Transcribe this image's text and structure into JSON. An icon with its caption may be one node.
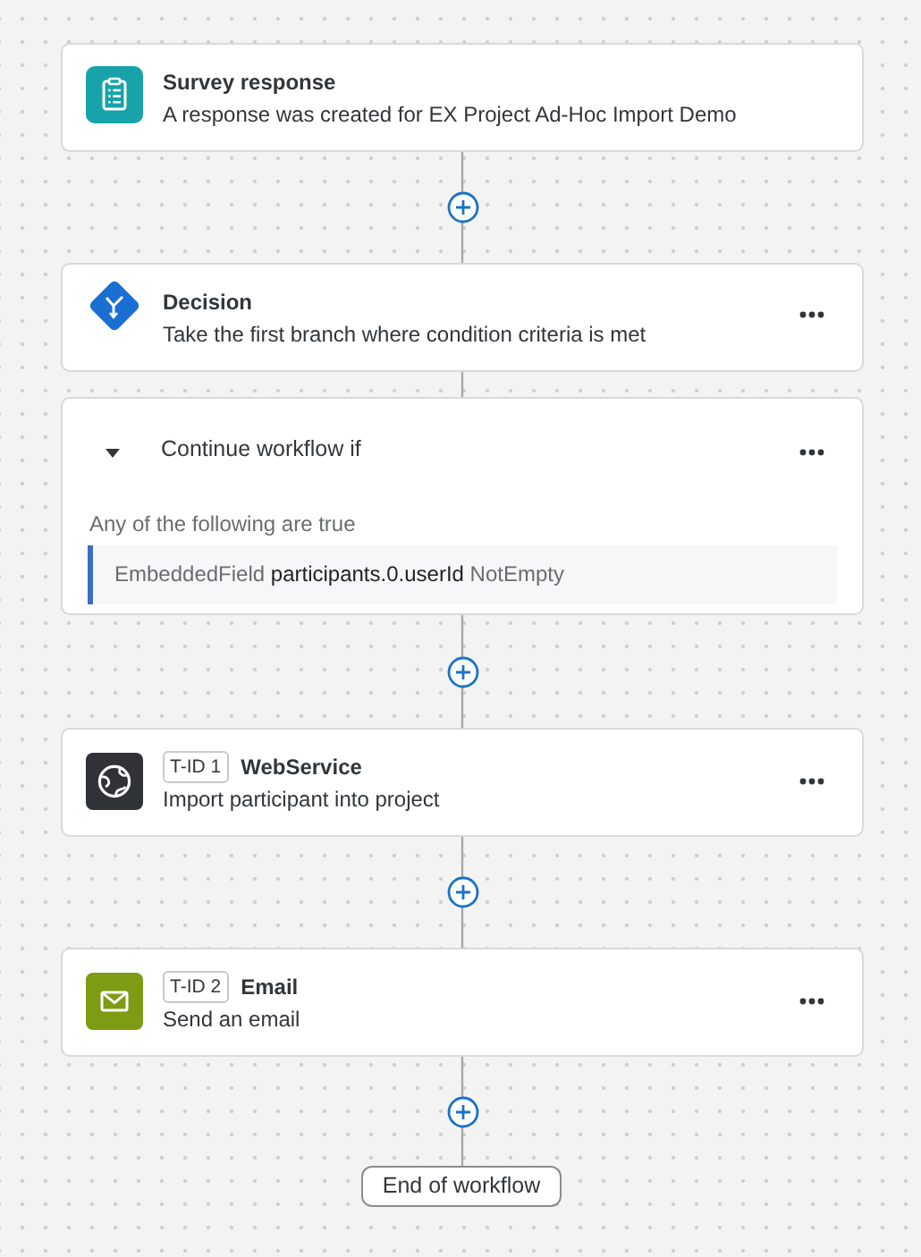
{
  "diagram": {
    "nodes": [
      {
        "text": [
          "Survey response",
          "A response was created for EX Project Ad-Hoc Import Demo"
        ]
      },
      {
        "text": [
          "Decision",
          "Take the first branch where condition criteria is met"
        ]
      },
      {
        "text": [
          "Continue workflow if",
          "Any of the following are true"
        ]
      },
      {
        "text": [
          "EmbeddedField **participants.0.userId** NotEmpty"
        ],
        "in": 2
      },
      {
        "text": [
          "T-ID 1",
          "WebService",
          "Import participant into project"
        ]
      },
      {
        "text": [
          "T-ID 2",
          "Email",
          "Send an email"
        ]
      },
      {
        "text": [
          "End of workflow"
        ]
      }
    ],
    "edges": [
      {
        "from": 0,
        "to": 1,
        "arrow": "none"
      },
      {
        "from": 1,
        "to": 2,
        "arrow": "none"
      },
      {
        "from": 2,
        "to": 4,
        "arrow": "none"
      },
      {
        "from": 4,
        "to": 5,
        "arrow": "none"
      },
      {
        "from": 5,
        "to": 6,
        "arrow": "none"
      }
    ]
  }
}
